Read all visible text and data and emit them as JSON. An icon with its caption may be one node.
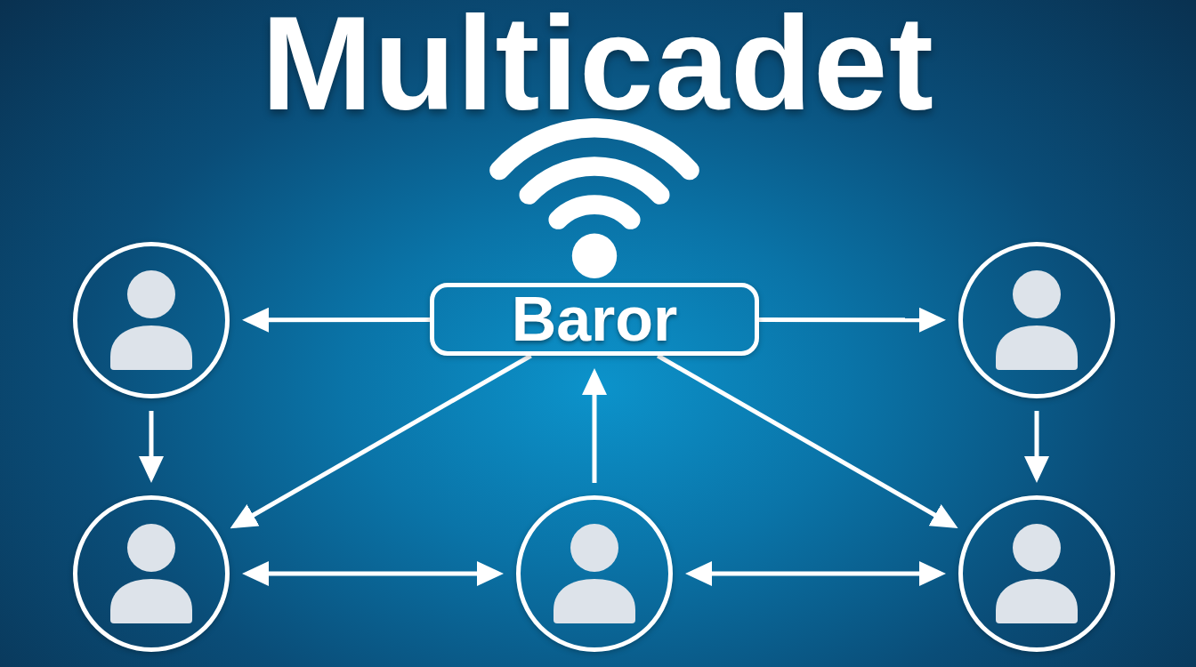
{
  "diagram": {
    "title": "Multicadet",
    "nodes": [
      {
        "text": [],
        "shape": "person"
      },
      {
        "text": [
          "Baror"
        ]
      },
      {
        "text": [],
        "shape": "person"
      },
      {
        "text": [],
        "shape": "person"
      },
      {
        "text": [],
        "shape": "person"
      },
      {
        "text": [],
        "shape": "person"
      }
    ],
    "edges": [
      {
        "from": 1,
        "to": 0,
        "arrow": "to"
      },
      {
        "from": 1,
        "to": 2,
        "arrow": "to"
      },
      {
        "from": 0,
        "to": 3,
        "arrow": "to"
      },
      {
        "from": 2,
        "to": 5,
        "arrow": "to"
      },
      {
        "from": 1,
        "to": 3,
        "arrow": "to"
      },
      {
        "from": 4,
        "to": 1,
        "arrow": "to"
      },
      {
        "from": 1,
        "to": 5,
        "arrow": "to"
      },
      {
        "from": 3,
        "to": 4,
        "arrow": "both"
      },
      {
        "from": 4,
        "to": 5,
        "arrow": "both"
      }
    ]
  }
}
